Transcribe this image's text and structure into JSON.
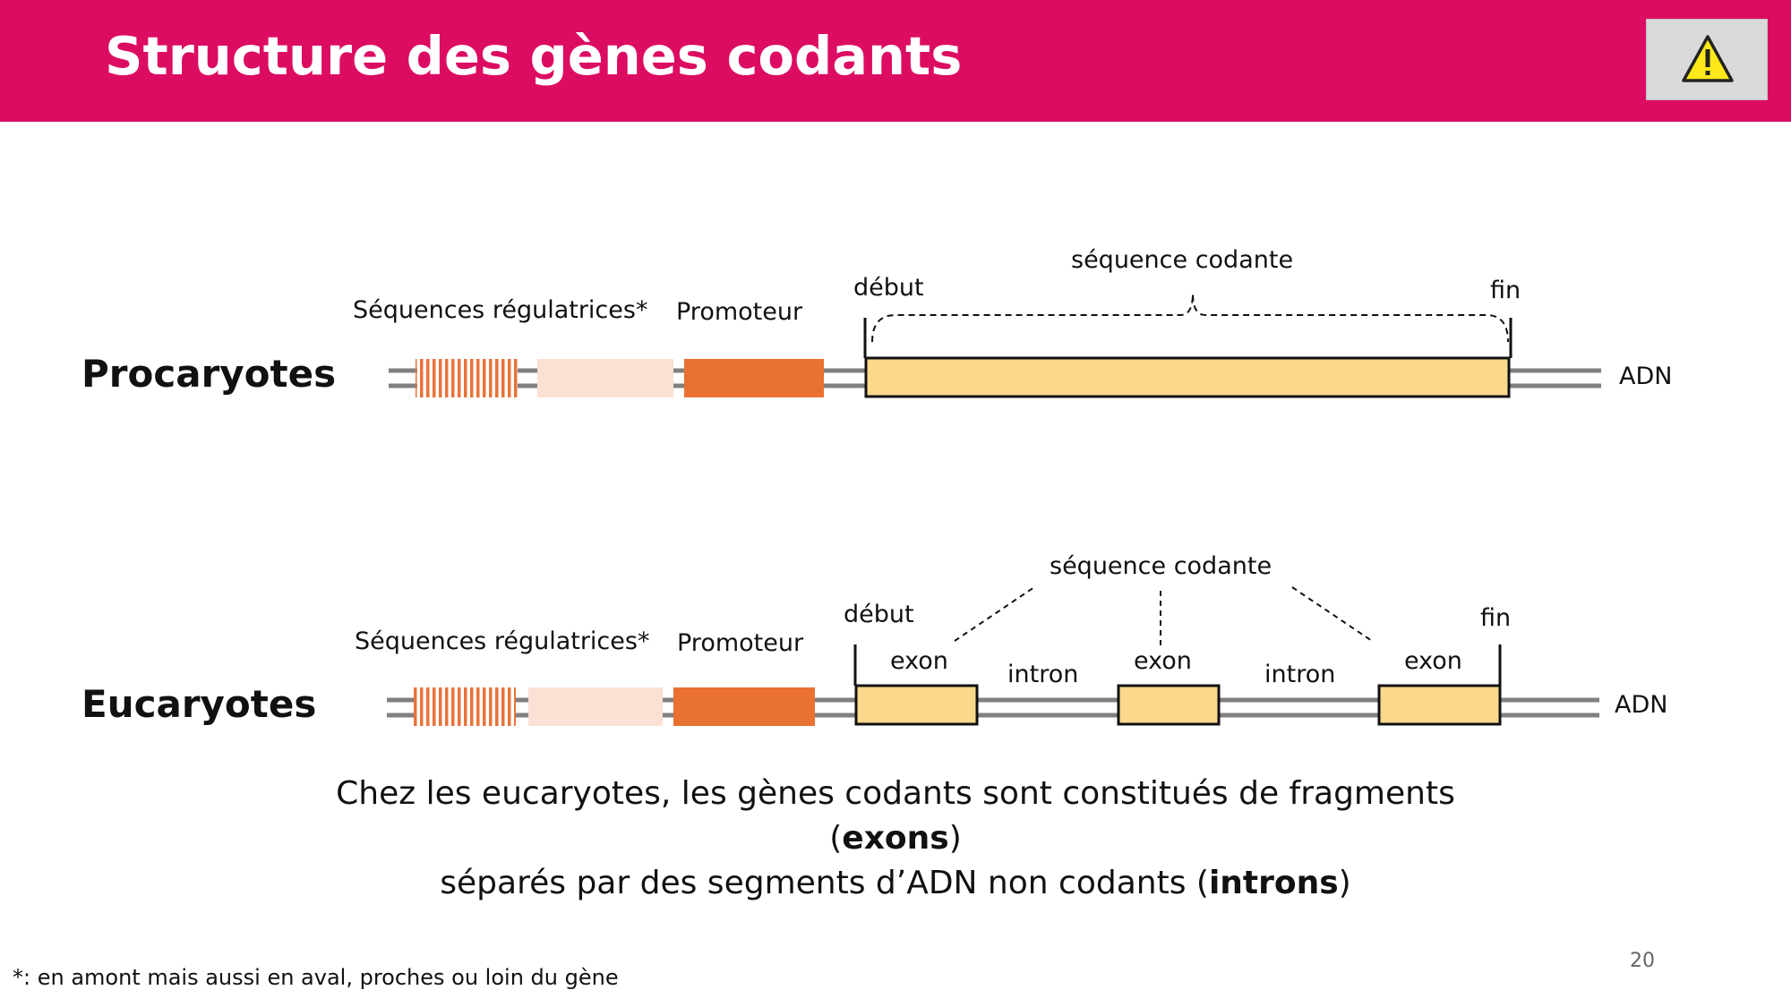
{
  "header": {
    "title": "Structure des gènes codants",
    "warning_icon": "warning-triangle-icon",
    "color": "#dc0c63"
  },
  "diagram": {
    "procaryote": {
      "label": "Procaryotes",
      "regulatory_label": "Séquences régulatrices*",
      "promoter_label": "Promoteur",
      "start_label": "début",
      "end_label": "fin",
      "coding_label": "séquence codante",
      "dna_label": "ADN"
    },
    "eucaryote": {
      "label": "Eucaryotes",
      "regulatory_label": "Séquences régulatrices*",
      "promoter_label": "Promoteur",
      "start_label": "début",
      "end_label": "fin",
      "coding_label": "séquence codante",
      "dna_label": "ADN",
      "exon_labels": [
        "exon",
        "exon",
        "exon"
      ],
      "intron_labels": [
        "intron",
        "intron"
      ]
    },
    "colors": {
      "regulatory": "#e8733a",
      "regulatory_bg": "#fbe0d4",
      "promoter": "#e97132",
      "exon": "#fad98c",
      "dna": "#808080"
    }
  },
  "caption": {
    "line1_pre": "Chez les eucaryotes, les gènes codants sont constitués de fragments (",
    "line1_bold": "exons",
    "line1_post": ")",
    "line2_pre": "séparés par des segments d’ADN non codants (",
    "line2_bold": "introns",
    "line2_post": ")"
  },
  "footnote": "*: en amont mais aussi en aval, proches ou loin du gène",
  "page_number": "20"
}
